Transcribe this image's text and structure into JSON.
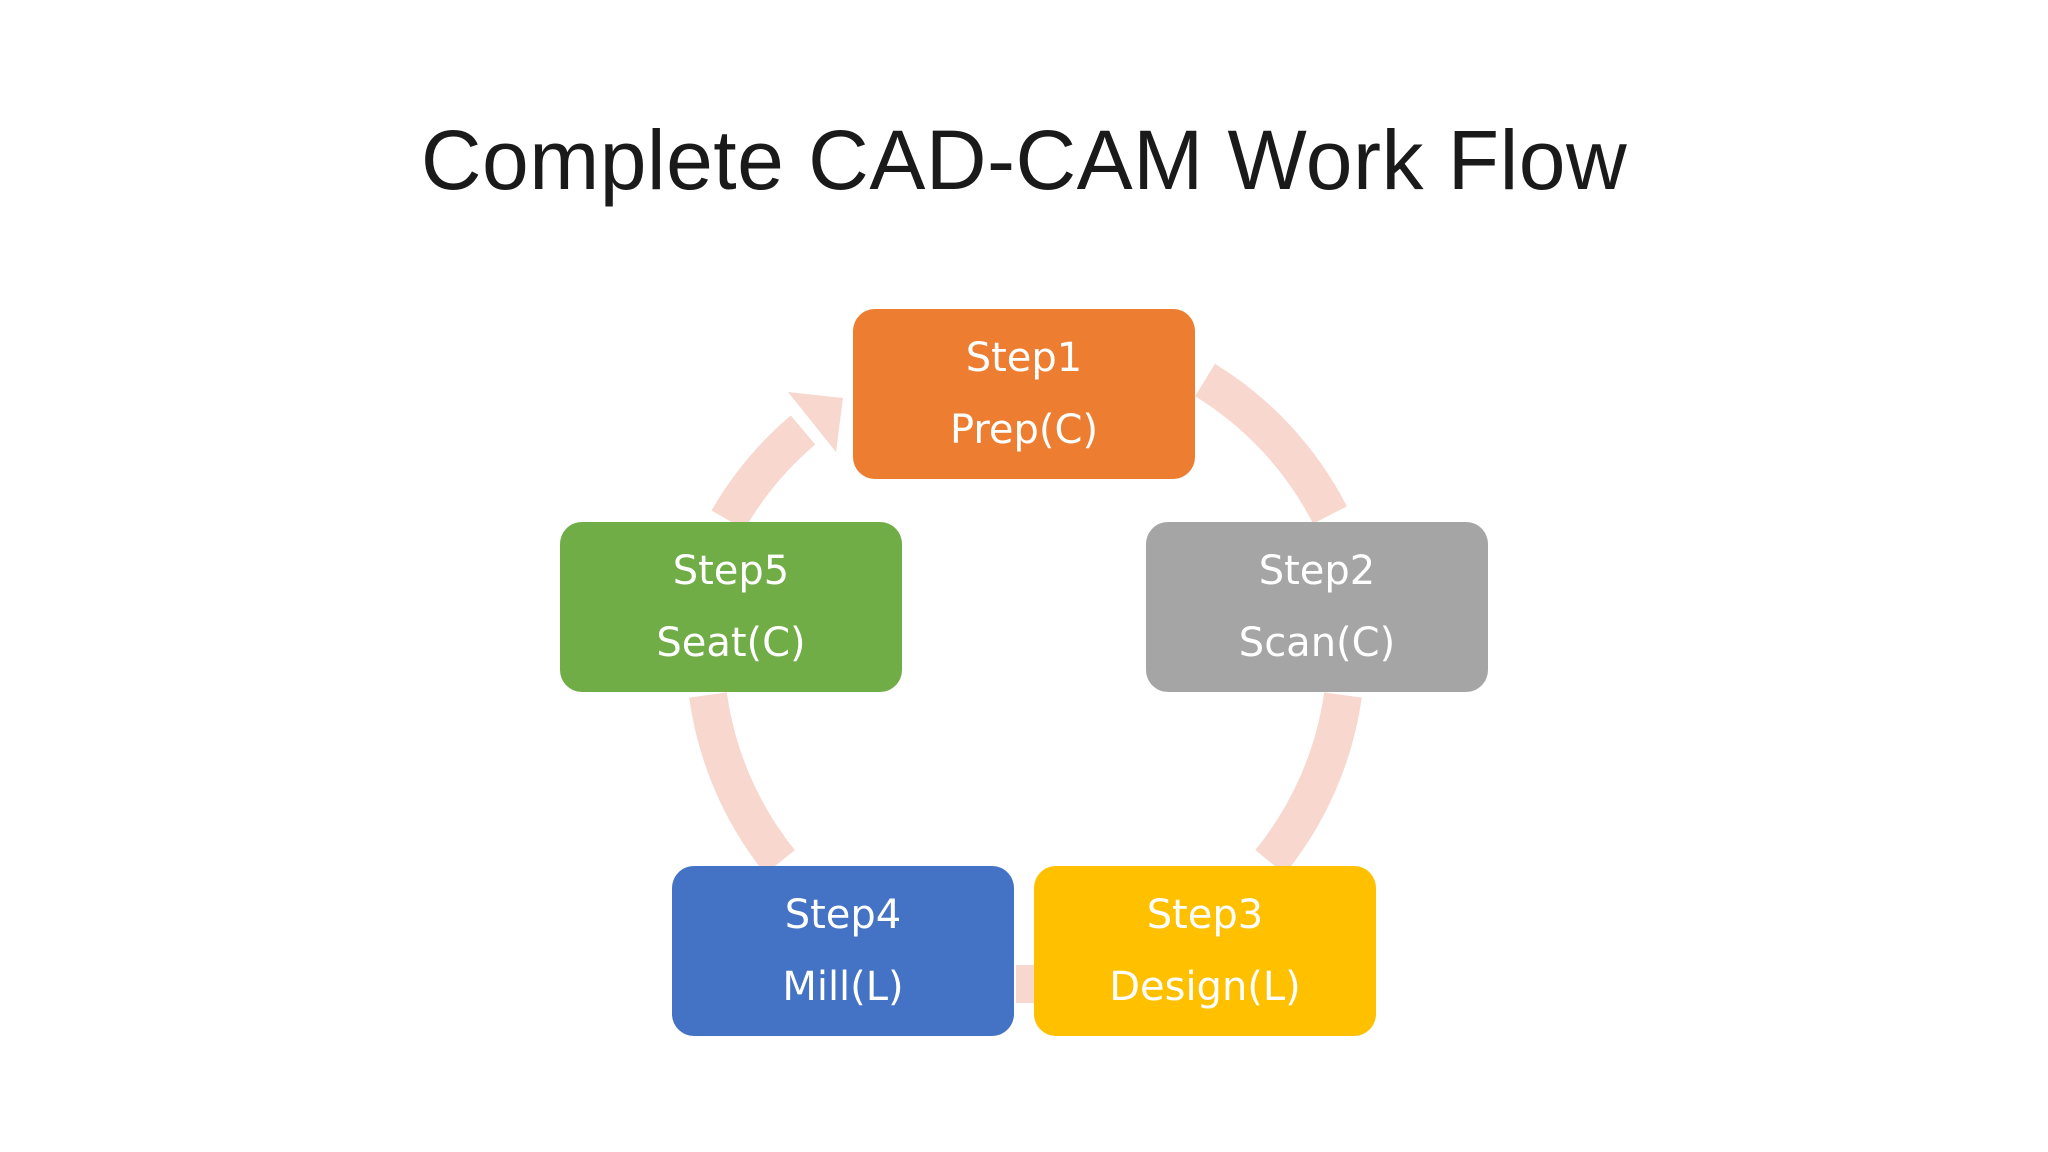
{
  "slide": {
    "title": "Complete CAD-CAM Work Flow"
  },
  "cycle": {
    "arrow_color": "#f8d7cf",
    "steps": [
      {
        "step": "Step1",
        "label": "Prep(C)",
        "color": "#ed7d31"
      },
      {
        "step": "Step2",
        "label": "Scan(C)",
        "color": "#a5a5a5"
      },
      {
        "step": "Step3",
        "label": "Design(L)",
        "color": "#ffc000"
      },
      {
        "step": "Step4",
        "label": "Mill(L)",
        "color": "#4472c4"
      },
      {
        "step": "Step5",
        "label": "Seat(C)",
        "color": "#70ad47"
      }
    ]
  }
}
